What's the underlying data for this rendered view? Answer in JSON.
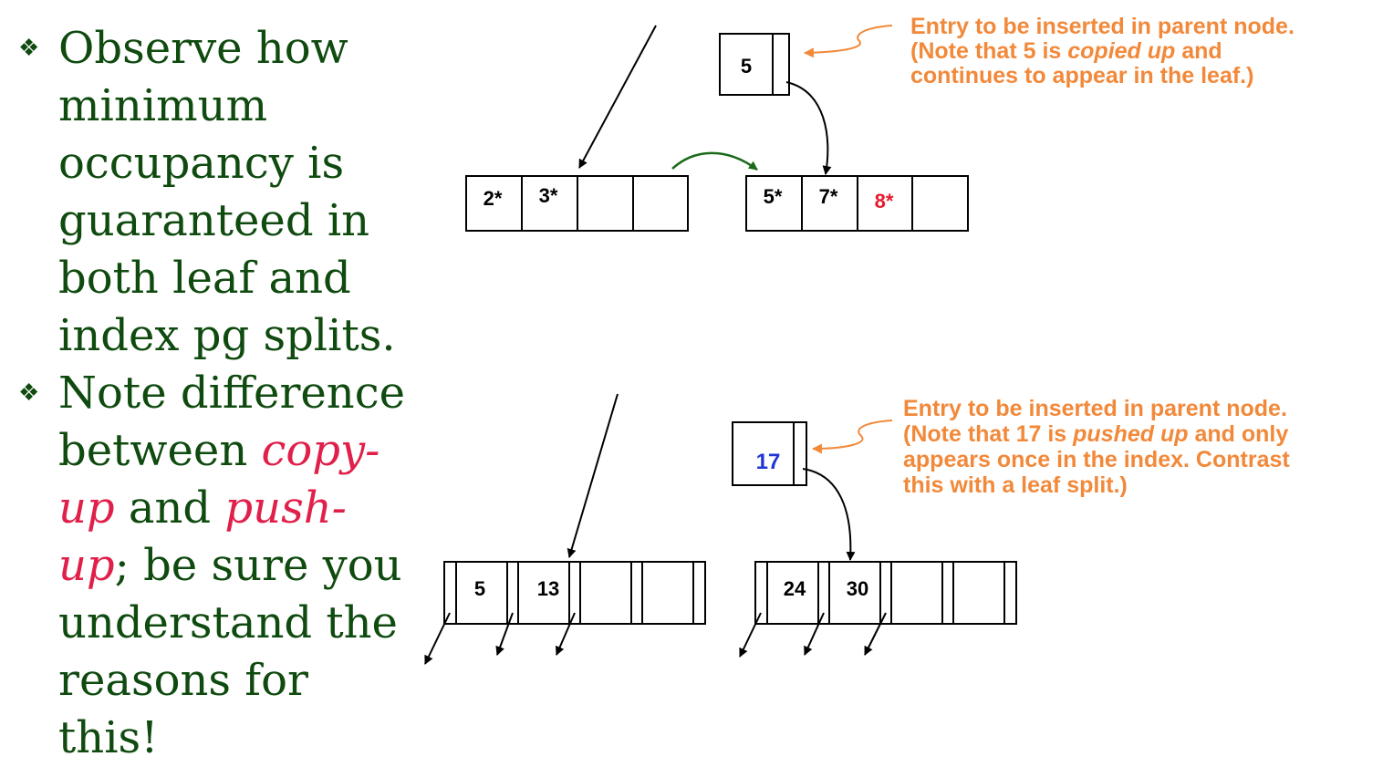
{
  "bullets": {
    "marker": "❖",
    "b1": "Observe how minimum occupancy is guaranteed in both leaf and index pg splits.",
    "b2_pre": "Note difference between ",
    "b2_em1": "copy-up",
    "b2_mid": " and ",
    "b2_em2": "push-up",
    "b2_post": "; be sure you understand the reasons for this!"
  },
  "leaf_split": {
    "parent_key": "5",
    "left_entries": [
      "2*",
      "3*",
      "",
      ""
    ],
    "right_entries": [
      "5*",
      "7*",
      "8*",
      ""
    ],
    "note_line1": "Entry to be inserted in parent node.",
    "note_line2_pre": "(Note that 5 is ",
    "note_line2_em": "copied up",
    "note_line2_post": " and",
    "note_line3": "continues to appear in the leaf.)"
  },
  "index_split": {
    "parent_key": "17",
    "left_keys": [
      "5",
      "13",
      "",
      ""
    ],
    "right_keys": [
      "24",
      "30",
      "",
      ""
    ],
    "note_line1": "Entry to be inserted in parent node.",
    "note_line2_pre": "(Note that 17 is ",
    "note_line2_em": "pushed up",
    "note_line2_post": " and only",
    "note_line3": "appears once in the index. Contrast",
    "note_line4": "this with a leaf split.)"
  },
  "colors": {
    "bullet_text": "#0f4a0f",
    "emphasis": "#e0204a",
    "note": "#f2893a",
    "highlight_entry": "#e8192c",
    "pushed_key": "#1f35d8",
    "green_arrow": "#1a6a1a"
  }
}
